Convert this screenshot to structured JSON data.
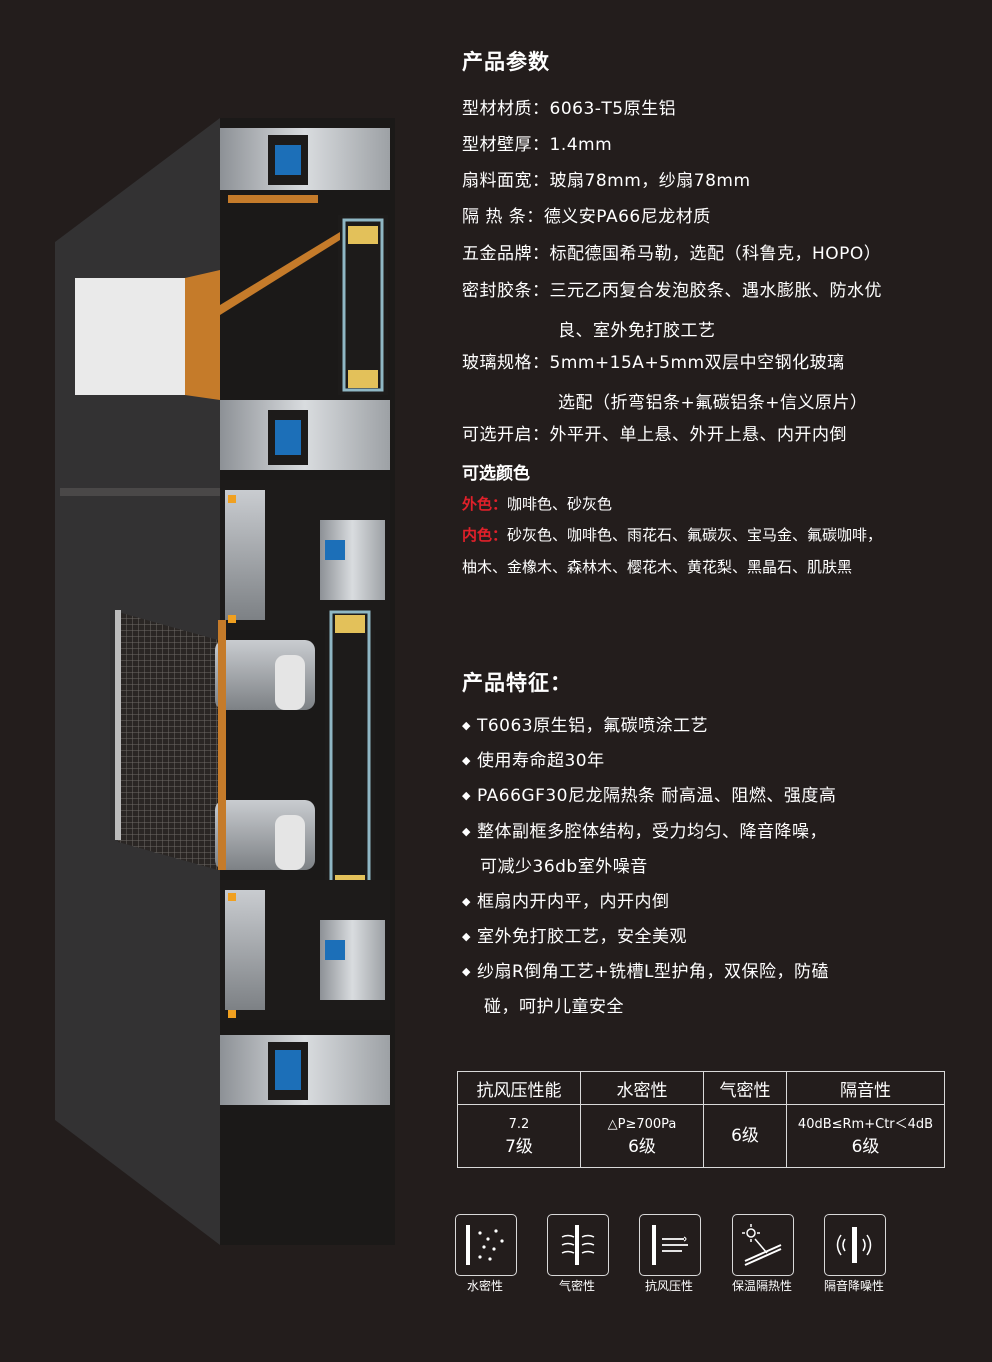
{
  "params": {
    "title": "产品参数",
    "rows": [
      {
        "label": "型材材质：",
        "value": "6063-T5原生铝"
      },
      {
        "label": "型材壁厚：",
        "value": "1.4mm"
      },
      {
        "label": "扇料面宽：",
        "value": "玻扇78mm，纱扇78mm"
      },
      {
        "label": "隔  热  条：",
        "value": "德义安PA66尼龙材质"
      },
      {
        "label": "五金品牌：",
        "value": "标配德国希马勒，选配（科鲁克，HOPO）"
      },
      {
        "label": "密封胶条：",
        "value": "三元乙丙复合发泡胶条、遇水膨胀、防水优",
        "cont": "良、室外免打胶工艺"
      },
      {
        "label": "玻璃规格：",
        "value": "5mm+15A+5mm双层中空钢化玻璃",
        "cont": "选配（折弯铝条+氟碳铝条+信义原片）"
      },
      {
        "label": "可选开启：",
        "value": "外平开、单上悬、外开上悬、内开内倒"
      }
    ]
  },
  "colors": {
    "title": "可选颜色",
    "outer_label": "外色：",
    "outer_value": "咖啡色、砂灰色",
    "inner_label": "内色：",
    "inner_value": "砂灰色、咖啡色、雨花石、氟碳灰、宝马金、氟碳咖啡，",
    "inner_cont": "柚木、金橡木、森林木、樱花木、黄花梨、黑晶石、肌肤黑",
    "label_color": "#e0202a"
  },
  "features": {
    "title": "产品特征：",
    "items": [
      {
        "text": "T6063原生铝，氟碳喷涂工艺"
      },
      {
        "text": "使用寿命超30年"
      },
      {
        "text": "PA66GF30尼龙隔热条  耐高温、阻燃、强度高"
      },
      {
        "text": "整体副框多腔体结构，受力均匀、降音降噪，",
        "cont": "可减少36db室外噪音"
      },
      {
        "text": "框扇内开内平，内开内倒"
      },
      {
        "text": "室外免打胶工艺，安全美观"
      },
      {
        "text": "纱扇R倒角工艺+铣槽L型护角，双保险，防磕",
        "cont": "碰，呵护儿童安全"
      }
    ],
    "bullet": "◆"
  },
  "table": {
    "headers": [
      "抗风压性能",
      "水密性",
      "气密性",
      "隔音性"
    ],
    "cells": [
      {
        "small": "7.2",
        "main": "7级"
      },
      {
        "small": "△P≥700Pa",
        "main": "6级"
      },
      {
        "small": "",
        "main": "6级"
      },
      {
        "small": "40dB≤Rm+Ctr＜4dB",
        "main": "6级"
      }
    ]
  },
  "icons": [
    {
      "name": "water-tight-icon",
      "label": "水密性"
    },
    {
      "name": "air-tight-icon",
      "label": "气密性"
    },
    {
      "name": "wind-pressure-icon",
      "label": "抗风压性"
    },
    {
      "name": "insulation-icon",
      "label": "保温隔热性"
    },
    {
      "name": "sound-insulation-icon",
      "label": "隔音降噪性"
    }
  ]
}
